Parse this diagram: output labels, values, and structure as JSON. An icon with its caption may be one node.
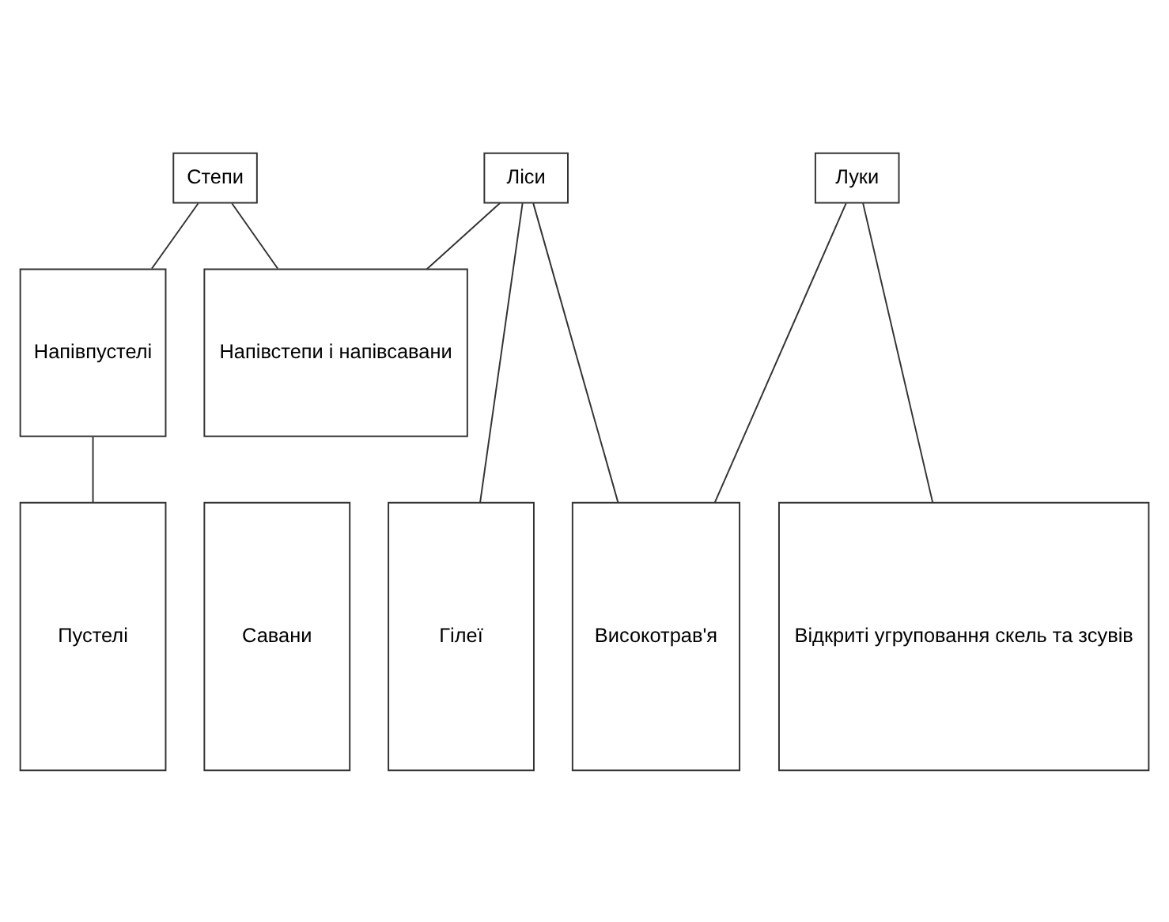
{
  "diagram": {
    "nodes": [
      {
        "text": [
          "Степи"
        ]
      },
      {
        "text": [
          "Ліси"
        ]
      },
      {
        "text": [
          "Луки"
        ]
      },
      {
        "text": [
          "Напівпустелі"
        ]
      },
      {
        "text": [
          "Напівстепи і напівсавани"
        ]
      },
      {
        "text": [
          "Пустелі"
        ]
      },
      {
        "text": [
          "Савани"
        ]
      },
      {
        "text": [
          "Гілеї"
        ]
      },
      {
        "text": [
          "Високотрав'я"
        ]
      },
      {
        "text": [
          "Відкриті угруповання скель та зсувів"
        ]
      }
    ],
    "edges": [
      {
        "from": 0,
        "to": 3,
        "arrow": "none"
      },
      {
        "from": 0,
        "to": 4,
        "arrow": "none"
      },
      {
        "from": 1,
        "to": 4,
        "arrow": "none"
      },
      {
        "from": 1,
        "to": 7,
        "arrow": "none"
      },
      {
        "from": 1,
        "to": 8,
        "arrow": "none"
      },
      {
        "from": 2,
        "to": 8,
        "arrow": "none"
      },
      {
        "from": 2,
        "to": 9,
        "arrow": "none"
      },
      {
        "from": 3,
        "to": 5,
        "arrow": "none"
      }
    ]
  }
}
